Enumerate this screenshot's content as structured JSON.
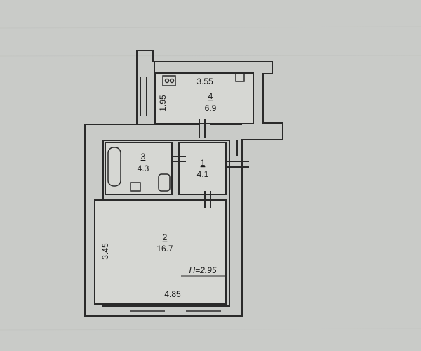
{
  "rooms": [
    {
      "number": "4",
      "area": "6.9"
    },
    {
      "number": "3",
      "area": "4.3"
    },
    {
      "number": "1",
      "area": "4.1"
    },
    {
      "number": "2",
      "area": "16.7"
    }
  ],
  "dimensions": {
    "kitchen_width": "3.55",
    "kitchen_depth": "1.95",
    "living_depth": "3.45",
    "living_width": "4.85"
  },
  "ceiling_height": "H=2.95",
  "colors": {
    "paper": "#c9cbc8",
    "room_fill": "#d6d7d3",
    "wall": "#2a2a2a",
    "text": "#1b1b1b"
  }
}
